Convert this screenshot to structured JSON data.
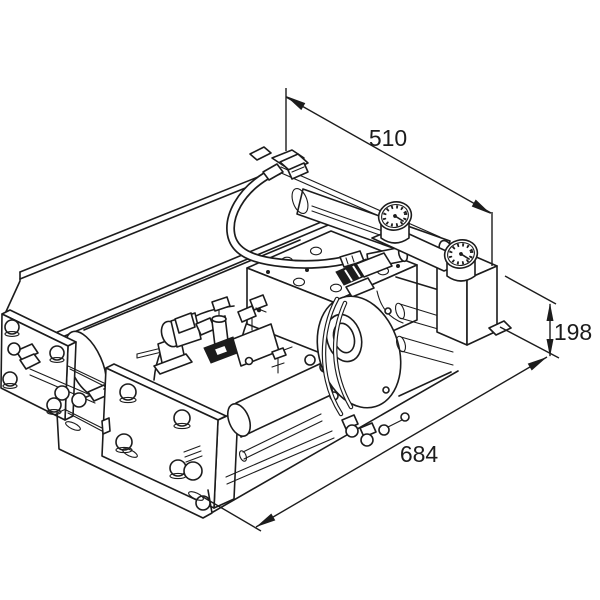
{
  "drawing": {
    "type": "isometric-technical-line-drawing",
    "background_color": "#ffffff",
    "line_color": "#1c1c1c",
    "dimensions": {
      "depth_mm": "510",
      "height_mm": "198",
      "length_mm": "684"
    },
    "parts": [
      "mounting-frame",
      "rear-cylinder-tube",
      "upper-cylinder-tube",
      "high-pressure-hose",
      "swivel-elbow-fitting",
      "air-manifold-block",
      "electrical-connector",
      "pilot-valve",
      "pressure-regulator",
      "solenoid-valve",
      "pump-drive-flange",
      "drive-barrel",
      "piston-rods",
      "right-end-block",
      "pressure-gauge",
      "pressure-gauge",
      "rear-end-plate",
      "front-end-plate",
      "base-plate",
      "tube-fittings",
      "hex-bolts"
    ]
  }
}
